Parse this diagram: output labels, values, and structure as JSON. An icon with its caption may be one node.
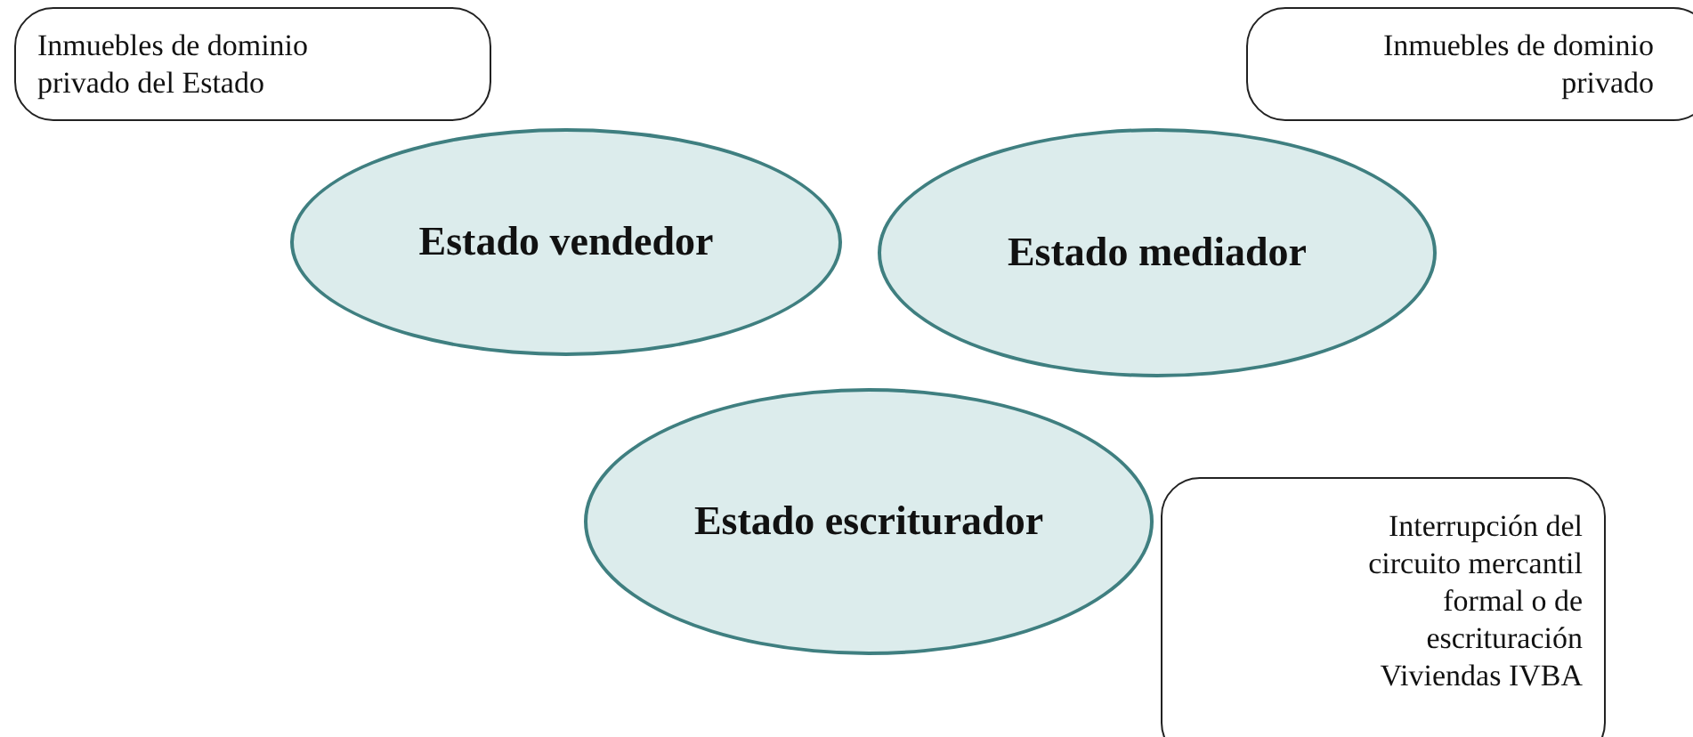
{
  "diagram": {
    "nodes": [
      {
        "text": [
          "Inmuebles de dominio privado del Estado"
        ]
      },
      {
        "text": [
          "Estado vendedor"
        ]
      },
      {
        "text": [
          "Estado mediador"
        ]
      },
      {
        "text": [
          "Inmuebles de dominio privado"
        ]
      },
      {
        "text": [
          "Estado escriturador"
        ]
      },
      {
        "text": [
          "Interrupción del circuito mercantil formal o de escrituración Viviendas IVBA"
        ]
      }
    ]
  }
}
